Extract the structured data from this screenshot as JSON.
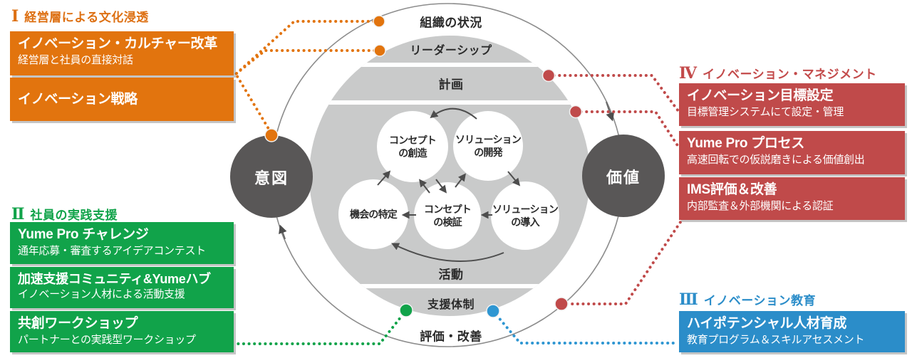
{
  "sections": {
    "s1": {
      "numeral": "Ⅰ",
      "title": "経営層による文化浸透",
      "color": "#e2740e",
      "boxes": [
        {
          "title": "イノベーション・カルチャー改革",
          "subtitle": "経営層と社員の直接対話"
        },
        {
          "title": "イノベーション戦略",
          "subtitle": ""
        }
      ]
    },
    "s2": {
      "numeral": "Ⅱ",
      "title": "社員の実践支援",
      "color": "#11a34a",
      "boxes": [
        {
          "title": "Yume Pro チャレンジ",
          "subtitle": "通年応募・審査するアイデアコンテスト"
        },
        {
          "title": "加速支援コミュニティ&Yumeハブ",
          "subtitle": "イノベーション人材による活動支援"
        },
        {
          "title": "共創ワークショップ",
          "subtitle": "パートナーとの実践型ワークショップ"
        }
      ]
    },
    "s4": {
      "numeral": "Ⅳ",
      "title": "イノベーション・マネジメント",
      "color": "#c04a4a",
      "boxes": [
        {
          "title": "イノベーション目標設定",
          "subtitle": "目標管理システムにて設定・管理"
        },
        {
          "title": "Yume Pro プロセス",
          "subtitle": "高速回転での仮説磨きによる価値創出"
        },
        {
          "title": "IMS評価＆改善",
          "subtitle": "内部監査＆外部機関による認証"
        }
      ]
    },
    "s3": {
      "numeral": "Ⅲ",
      "title": "イノベーション教育",
      "color": "#2b8dc9",
      "boxes": [
        {
          "title": "ハイポテンシャル人材育成",
          "subtitle": "教育プログラム＆スキルアセスメント"
        }
      ]
    }
  },
  "diagram": {
    "ring_top": "組織の状況",
    "band_leadership": "リーダーシップ",
    "band_plan": "計画",
    "band_activity": "活動",
    "band_support": "支援体制",
    "ring_bottom": "評価・改善",
    "nodes": {
      "create": {
        "l1": "コンセプト",
        "l2": "の創造"
      },
      "develop": {
        "l1": "ソリューション",
        "l2": "の開発"
      },
      "identify": {
        "l1": "機会の特定",
        "l2": ""
      },
      "verify": {
        "l1": "コンセプト",
        "l2": "の検証"
      },
      "deploy": {
        "l1": "ソリューション",
        "l2": "の導入"
      }
    },
    "intent": "意図",
    "value": "価値"
  },
  "colors": {
    "orange": "#e2740e",
    "green": "#11a34a",
    "red": "#c04a4a",
    "blue": "#2b8dc9",
    "hub_dark": "#595757",
    "inner_gray": "#c9caca",
    "arrow_gray": "#4d4d4d",
    "ring_stroke": "#8c8c8c"
  }
}
